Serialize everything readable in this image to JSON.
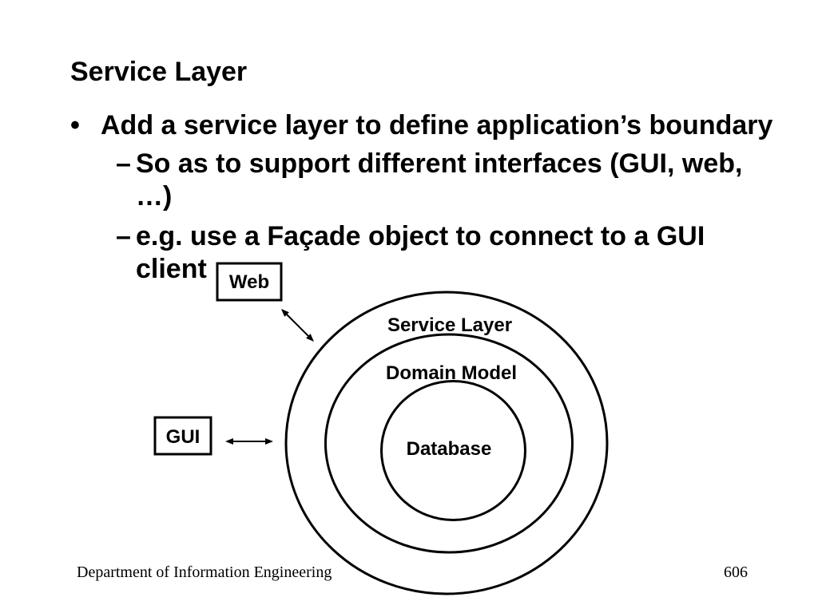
{
  "slide": {
    "title": "Service Layer",
    "markers": {
      "level1": "•",
      "level2": "–"
    },
    "bullets": [
      {
        "level": 1,
        "text": "Add a service layer to define application’s boundary"
      },
      {
        "level": 2,
        "text": "So as to support different interfaces (GUI, web, …)"
      },
      {
        "level": 2,
        "text": "e.g. use a Façade object to connect to a GUI client"
      }
    ]
  },
  "diagram": {
    "layers": {
      "outer": "Service Layer",
      "middle": "Domain Model",
      "inner": "Database"
    },
    "clients": {
      "web": "Web",
      "gui": "GUI"
    }
  },
  "footer": {
    "department": "Department of Information Engineering",
    "page_number": "606"
  }
}
